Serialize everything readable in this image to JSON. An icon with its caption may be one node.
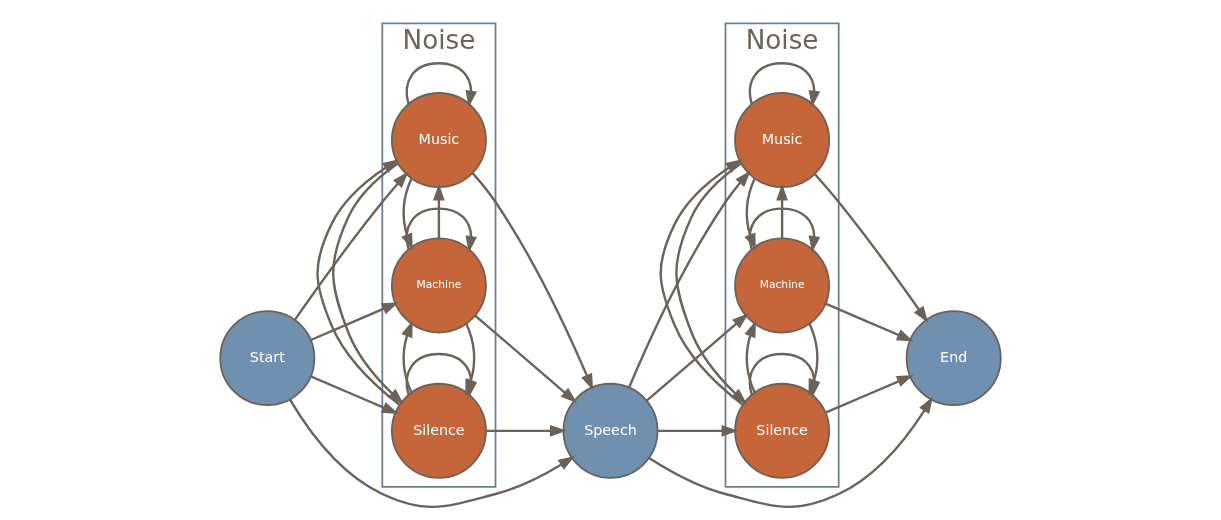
{
  "diagram": {
    "nodes": [
      {
        "text": [
          "Start"
        ]
      },
      {
        "text": [
          "Noise"
        ]
      },
      {
        "text": [
          "Machine"
        ],
        "in": 1
      },
      {
        "text": [
          "Music"
        ],
        "in": 1
      },
      {
        "text": [
          "Silence"
        ],
        "in": 1
      },
      {
        "text": [
          "Speech"
        ]
      },
      {
        "text": [
          "Noise"
        ]
      },
      {
        "text": [
          "Machine"
        ],
        "in": 6
      },
      {
        "text": [
          "Music"
        ],
        "in": 6
      },
      {
        "text": [
          "Silence"
        ],
        "in": 6
      },
      {
        "text": [
          "End"
        ]
      }
    ],
    "edges": [
      {
        "from": 0,
        "to": 2,
        "arrow": "to"
      },
      {
        "from": 0,
        "to": 3,
        "arrow": "to"
      },
      {
        "from": 0,
        "to": 4,
        "arrow": "to"
      },
      {
        "from": 0,
        "to": 5,
        "arrow": "to"
      },
      {
        "from": 2,
        "to": 2,
        "arrow": "to"
      },
      {
        "from": 2,
        "to": 3,
        "arrow": "to"
      },
      {
        "from": 3,
        "to": 2,
        "arrow": "to"
      },
      {
        "from": 2,
        "to": 4,
        "arrow": "to"
      },
      {
        "from": 4,
        "to": 2,
        "arrow": "to"
      },
      {
        "from": 3,
        "to": 3,
        "arrow": "to"
      },
      {
        "from": 3,
        "to": 4,
        "arrow": "to"
      },
      {
        "from": 4,
        "to": 3,
        "arrow": "to"
      },
      {
        "from": 4,
        "to": 4,
        "arrow": "to"
      },
      {
        "from": 2,
        "to": 5,
        "arrow": "to"
      },
      {
        "from": 3,
        "to": 5,
        "arrow": "to"
      },
      {
        "from": 4,
        "to": 5,
        "arrow": "to"
      },
      {
        "from": 5,
        "to": 7,
        "arrow": "to"
      },
      {
        "from": 5,
        "to": 8,
        "arrow": "to"
      },
      {
        "from": 5,
        "to": 9,
        "arrow": "to"
      },
      {
        "from": 5,
        "to": 10,
        "arrow": "to"
      },
      {
        "from": 7,
        "to": 7,
        "arrow": "to"
      },
      {
        "from": 7,
        "to": 8,
        "arrow": "to"
      },
      {
        "from": 8,
        "to": 7,
        "arrow": "to"
      },
      {
        "from": 7,
        "to": 9,
        "arrow": "to"
      },
      {
        "from": 9,
        "to": 7,
        "arrow": "to"
      },
      {
        "from": 8,
        "to": 8,
        "arrow": "to"
      },
      {
        "from": 8,
        "to": 9,
        "arrow": "to"
      },
      {
        "from": 9,
        "to": 8,
        "arrow": "to"
      },
      {
        "from": 9,
        "to": 9,
        "arrow": "to"
      },
      {
        "from": 7,
        "to": 10,
        "arrow": "to"
      },
      {
        "from": 8,
        "to": 10,
        "arrow": "to"
      },
      {
        "from": 9,
        "to": 10,
        "arrow": "to"
      }
    ]
  }
}
